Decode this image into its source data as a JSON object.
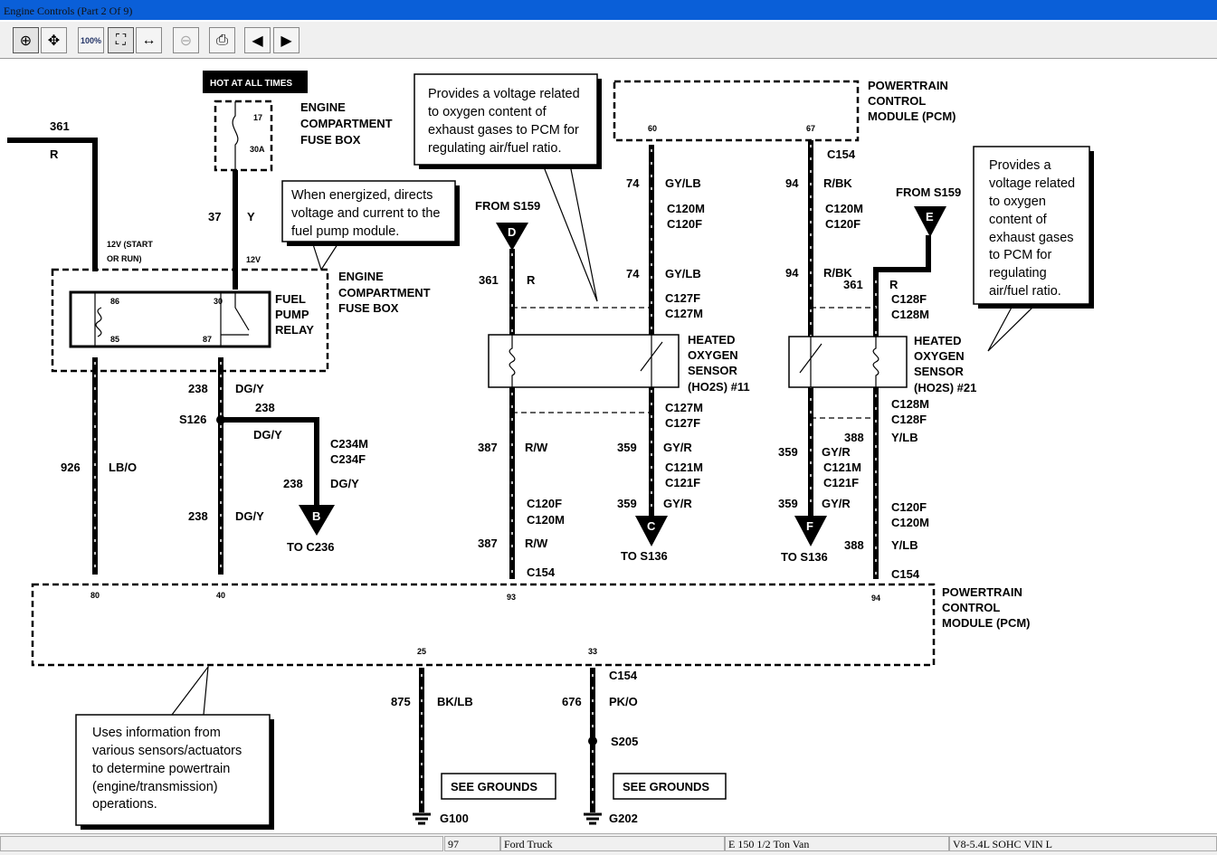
{
  "window": {
    "title": "Engine Controls (Part 2 Of 9)"
  },
  "toolbar": {
    "buttons": [
      {
        "icon": "zoom-in-icon",
        "glyph": "⊕"
      },
      {
        "icon": "pan-icon",
        "glyph": "✥"
      },
      {
        "icon": "zoom-100-icon",
        "glyph": "100%"
      },
      {
        "icon": "zoom-fit-icon",
        "glyph": "⛶"
      },
      {
        "icon": "zoom-width-icon",
        "glyph": "↔"
      },
      {
        "icon": "zoom-out-icon",
        "glyph": "⊖"
      },
      {
        "icon": "print-icon",
        "glyph": "⎙"
      },
      {
        "icon": "previous-page-icon",
        "glyph": "◀"
      },
      {
        "icon": "next-page-icon",
        "glyph": "▶"
      }
    ]
  },
  "status": {
    "year": "97",
    "make": "Ford Truck",
    "model": "E 150 1/2 Ton Van",
    "engine": "V8-5.4L SOHC VIN L"
  },
  "d": {
    "hot": "HOT AT ALL TIMES",
    "ecfb1": "ENGINE",
    "ecfb2": "COMPARTMENT",
    "ecfb3": "FUSE BOX",
    "fuse_pin": "17",
    "fuse_amp": "30A",
    "w361": "361",
    "cR": "R",
    "w37": "37",
    "cY": "Y",
    "v12": "12V",
    "v12sr1": "12V (START",
    "v12sr2": "OR RUN)",
    "callout1": [
      "When energized, directs",
      "voltage and current to the",
      "fuel pump module."
    ],
    "r86": "86",
    "r30": "30",
    "r85": "85",
    "r87": "87",
    "fpr1": "FUEL",
    "fpr2": "PUMP",
    "fpr3": "RELAY",
    "w926": "926",
    "cLBO": "LB/O",
    "w238": "238",
    "cDGY": "DG/Y",
    "s126": "S126",
    "c234m": "C234M",
    "c234f": "C234F",
    "connB": "B",
    "toC236": "TO C236",
    "pcm1": "POWERTRAIN",
    "pcm2": "CONTROL",
    "pcm3": "MODULE (PCM)",
    "p80": "80",
    "p40": "40",
    "p93": "93",
    "p94": "94",
    "p25": "25",
    "p33": "33",
    "p60": "60",
    "p67": "67",
    "w875": "875",
    "cBKLB": "BK/LB",
    "w676": "676",
    "cPKO": "PK/O",
    "c154": "C154",
    "s205": "S205",
    "seeg": "SEE GROUNDS",
    "g100": "G100",
    "g202": "G202",
    "callout4": [
      "Uses information from",
      "various sensors/actuators",
      "to determine powertrain",
      "(engine/transmission)",
      "operations."
    ],
    "from": "FROM S159",
    "connD": "D",
    "connE": "E",
    "connC": "C",
    "connF": "F",
    "w387": "387",
    "cRW": "R/W",
    "c120f": "C120F",
    "c120m": "C120M",
    "callout2": [
      "Provides a voltage related",
      "to oxygen content of",
      "exhaust gases to PCM for",
      "regulating air/fuel ratio."
    ],
    "w74": "74",
    "cGYLB": "GY/LB",
    "c127f": "C127F",
    "c127m": "C127M",
    "w359": "359",
    "cGYR": "GY/R",
    "c121m": "C121M",
    "c121f": "C121F",
    "toS136": "TO S136",
    "hos1": "HEATED",
    "hos2": "OXYGEN",
    "hos3": "SENSOR",
    "hos11": "(HO2S) #11",
    "hos21": "(HO2S) #21",
    "w94": "94",
    "cRBK": "R/BK",
    "c128f": "C128F",
    "c128m": "C128M",
    "w388": "388",
    "cYLB": "Y/LB",
    "callout3": [
      "Provides a",
      "voltage related",
      "to oxygen",
      "content of",
      "exhaust gases",
      "to PCM for",
      "regulating",
      "air/fuel ratio."
    ]
  }
}
